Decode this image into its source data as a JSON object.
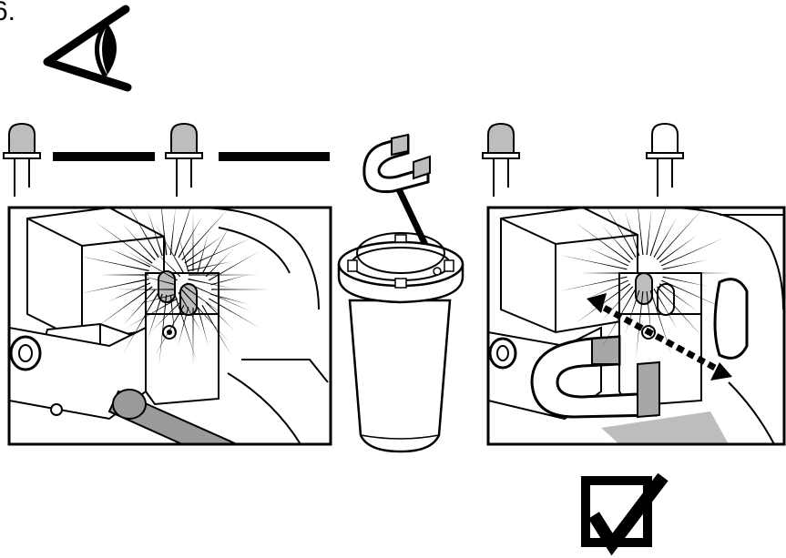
{
  "step": {
    "number": "6."
  },
  "icons": {
    "eye": "eye-icon",
    "checkbox": "checkbox-checked-icon",
    "led": "led-icon",
    "magnet": "horseshoe-magnet-icon"
  },
  "indicators": {
    "left_panel": {
      "led_1": "on",
      "led_2": "on"
    },
    "right_panel": {
      "led_1": "on",
      "led_2": "off"
    }
  },
  "colors": {
    "line": "#000000",
    "led_lit": "#bdbdbd",
    "led_unlit": "#ffffff",
    "pipe": "#9a9a9a",
    "magnet_pole": "#a6a6a6",
    "background": "#ffffff"
  }
}
